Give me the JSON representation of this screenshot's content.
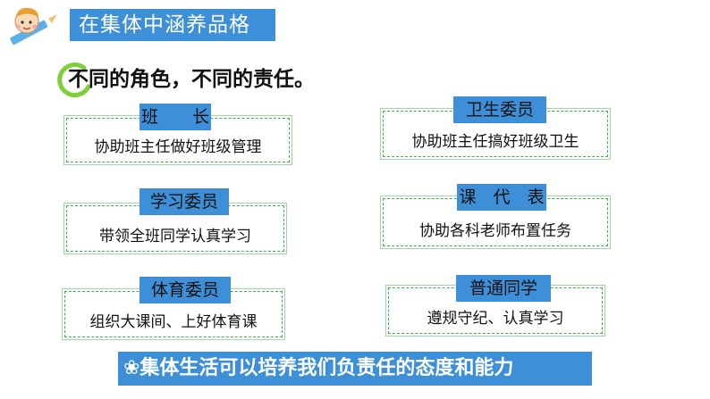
{
  "title": "在集体中涵养品格",
  "heading": "不同的角色，不同的责任。",
  "roles": [
    {
      "label": "班　　长",
      "desc": "协助班主任做好班级管理"
    },
    {
      "label": "学习委员",
      "desc": "带领全班同学认真学习"
    },
    {
      "label": "体育委员",
      "desc": "组织大课间、上好体育课"
    },
    {
      "label": "卫生委员",
      "desc": "协助班主任搞好班级卫生"
    },
    {
      "label": "课　代　表",
      "desc": "协助各科老师布置任务"
    },
    {
      "label": "普通同学",
      "desc": "遵规守纪、认真学习"
    }
  ],
  "bottom_text": "❀集体生活可以培养我们负责任的态度和能力",
  "colors": {
    "accent": "#3d8fd8",
    "frame": "#3bb24a",
    "ring": "#7fcf3a"
  }
}
